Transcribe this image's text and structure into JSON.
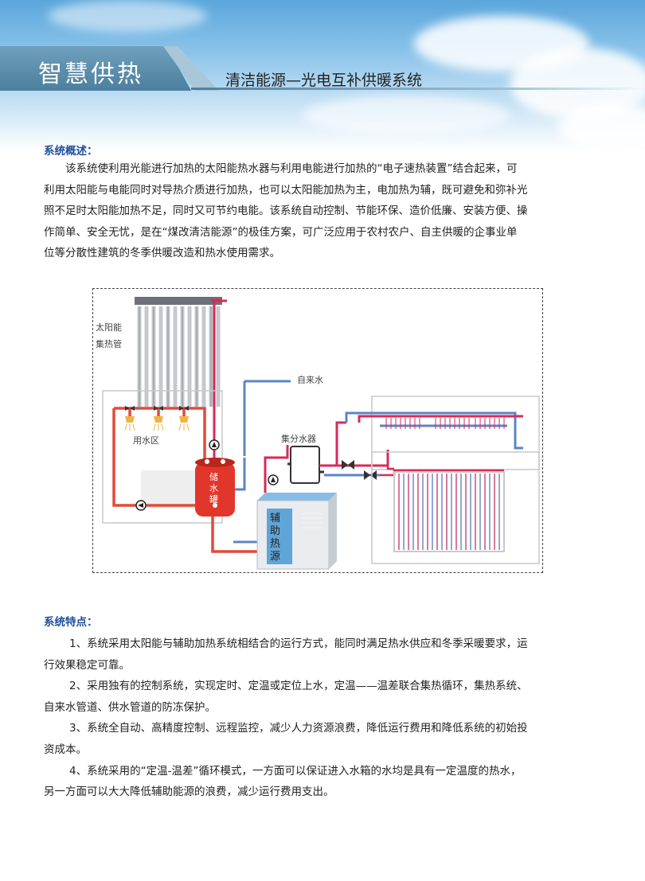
{
  "header": {
    "title": "智慧供热",
    "subtitle": "清洁能源—光电互补供暖系统"
  },
  "overview": {
    "heading": "系统概述：",
    "lines": [
      "该系统使利用光能进行加热的太阳能热水器与利用电能进行加热的“电子速热装置”结合起来，可",
      "利用太阳能与电能同时对导热介质进行加热，也可以太阳能加热为主，电加热为辅，既可避免和弥补光",
      "照不足时太阳能加热不足，同时又可节约电能。该系统自动控制、节能环保、造价低廉、安装方便、操",
      "作简单、安全无忧，是在“煤改清洁能源”的极佳方案，可广泛应用于农村农户、自主供暖的企事业单",
      "位等分散性建筑的冬季供暖改造和热水使用需求。"
    ]
  },
  "diagram": {
    "solar_label_1": "太阳能",
    "solar_label_2": "集热管",
    "tap_water": "自来水",
    "water_area": "用水区",
    "tank_1": "储",
    "tank_2": "水",
    "tank_3": "罐",
    "manifold": "集分水器",
    "aux_1": "辅",
    "aux_2": "助",
    "aux_3": "热",
    "aux_4": "源",
    "colors": {
      "hot": "#d62b5a",
      "cold": "#5d84c4",
      "loop": "#e24a3a"
    }
  },
  "features": {
    "heading": "系统特点：",
    "items": [
      [
        "1、系统采用太阳能与辅助加热系统相结合的运行方式，能同时满足热水供应和冬季采暖要求，运",
        "行效果稳定可靠。"
      ],
      [
        "2、采用独有的控制系统，实现定时、定温或定位上水，定温——温差联合集热循环，集热系统、",
        "自来水管道、供水管道的防冻保护。"
      ],
      [
        "3、系统全自动、高精度控制、远程监控，减少人力资源浪费，降低运行费用和降低系统的初始投",
        "资成本。"
      ],
      [
        "4、系统采用的“定温-温差”循环模式，一方面可以保证进入水箱的水均是具有一定温度的热水，",
        "另一方面可以大大降低辅助能源的浪费，减少运行费用支出。"
      ]
    ]
  }
}
